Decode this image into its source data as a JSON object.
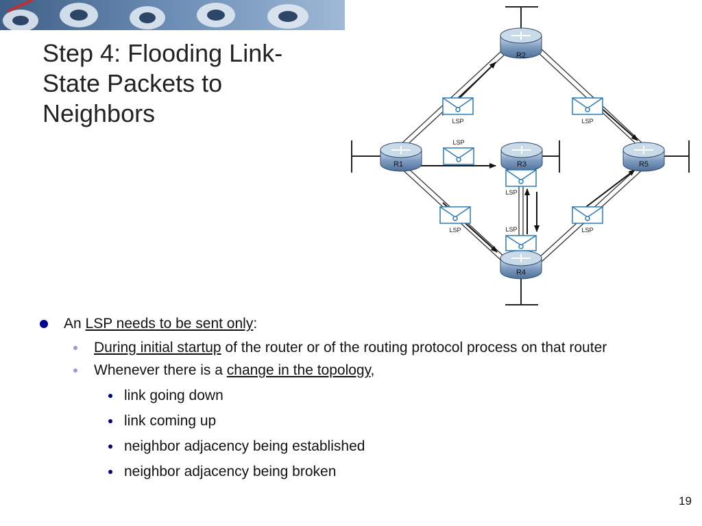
{
  "slide": {
    "title_lines": [
      "Step 4: Flooding Link-",
      "State Packets to",
      "Neighbors"
    ],
    "page_number": "19"
  },
  "diagram": {
    "routers": [
      "R1",
      "R2",
      "R3",
      "R4",
      "R5"
    ],
    "packet_label": "LSP"
  },
  "bullets": {
    "b1_pre": "An ",
    "b1_link": "LSP needs to be sent only",
    "b1_post": ":",
    "b2_link": "During initial startup",
    "b2_post": " of the router or of the routing protocol process on that router",
    "b3_pre": "Whenever there is a ",
    "b3_link": "change in the topology",
    "b3_post": ",",
    "sub": [
      "link going down",
      "link coming up",
      "neighbor adjacency being established",
      "neighbor adjacency being broken"
    ]
  }
}
